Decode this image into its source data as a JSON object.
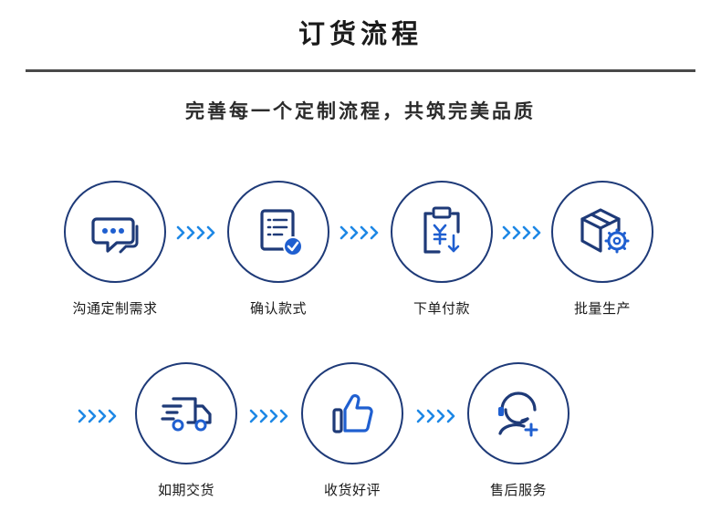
{
  "header": {
    "title": "订货流程",
    "subtitle": "完善每一个定制流程，共筑完美品质"
  },
  "steps": [
    {
      "label": "沟通定制需求",
      "icon": "chat-bubble-icon"
    },
    {
      "label": "确认款式",
      "icon": "document-check-icon"
    },
    {
      "label": "下单付款",
      "icon": "clipboard-yen-icon"
    },
    {
      "label": "批量生产",
      "icon": "box-gear-icon"
    },
    {
      "label": "如期交货",
      "icon": "delivery-truck-icon"
    },
    {
      "label": "收货好评",
      "icon": "thumbs-up-icon"
    },
    {
      "label": "售后服务",
      "icon": "headset-service-icon"
    }
  ],
  "colors": {
    "circle_border": "#1e3a78",
    "icon_stroke": "#1e3a78",
    "icon_fill": "#1f5fd0",
    "arrow": "#1e88e5"
  }
}
